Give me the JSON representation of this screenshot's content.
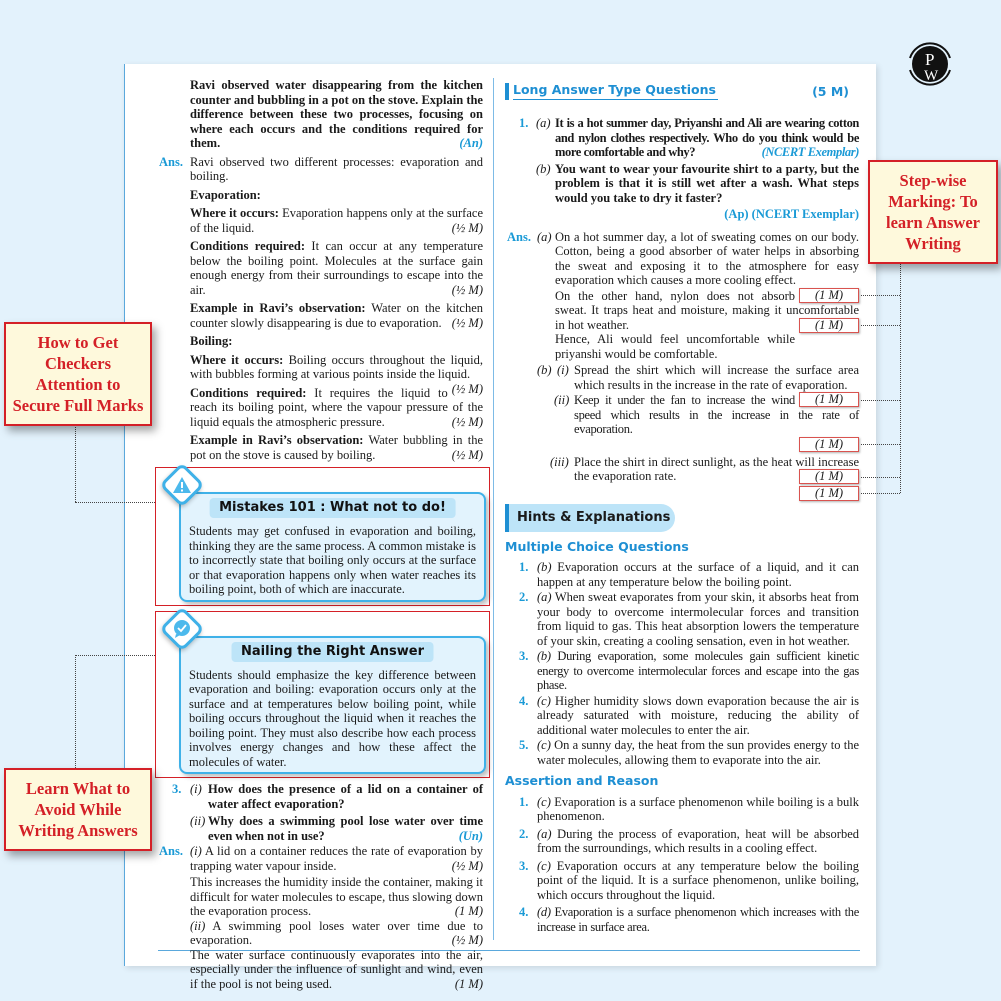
{
  "logo": {
    "text": "PW"
  },
  "colors": {
    "accent": "#1a9ad6",
    "callout_red": "#d42027",
    "callout_bg": "#fef9dc",
    "box_bg": "#e2f3fd",
    "background": "#e3f2fc"
  },
  "callouts": {
    "checkers": "How to Get Checkers Attention to Secure Full Marks",
    "avoid": "Learn What to Avoid While Writing Answers",
    "stepwise": "Step-wise Marking: To learn Answer Writing"
  },
  "left": {
    "q2": {
      "text": "Ravi observed water disappearing from the kitchen counter and bubbling in a pot on the stove. Explain the difference between these two processes, focusing on where each occurs and the conditions required for them.",
      "tag": "(An)"
    },
    "ans_label": "Ans.",
    "ans_intro": "Ravi observed two different processes: evaporation and boiling.",
    "evap_heading": "Evaporation:",
    "evap": [
      {
        "lead": "Where it occurs:",
        "text": " Evaporation happens only at the surface of the liquid.",
        "mark": "(½ M)"
      },
      {
        "lead": "Conditions required:",
        "text": " It can occur at any temperature below the boiling point. Molecules at the surface gain enough energy from their surroundings to escape into the air.",
        "mark": "(½ M)"
      },
      {
        "lead": "Example in Ravi’s observation:",
        "text": " Water on the kitchen counter slowly disappearing is due to evaporation.",
        "mark": "(½ M)"
      }
    ],
    "boil_heading": "Boiling:",
    "boil": [
      {
        "lead": "Where it occurs:",
        "text": " Boiling occurs throughout the liquid, with bubbles forming at various points inside the liquid.",
        "mark": "(½ M)"
      },
      {
        "lead": "Conditions required:",
        "text": " It requires the liquid to reach its boiling point, where the vapour pressure of the liquid equals the atmospheric pressure.",
        "mark": "(½ M)"
      },
      {
        "lead": "Example in Ravi’s observation:",
        "text": " Water bubbling in the pot on the stove is caused by boiling.",
        "mark": "(½ M)"
      }
    ],
    "mistakes": {
      "icon": "warning-icon",
      "title": "Mistakes 101 : What not to do!",
      "text": "Students may get confused in evaporation and boiling, thinking they are the same process. A common mistake is to incorrectly state that boiling only occurs at the surface or that evaporation happens only when water reaches its boiling point, both of which are inaccurate."
    },
    "nailing": {
      "icon": "chat-check-icon",
      "title": "Nailing the Right Answer",
      "text": "Students should emphasize the key difference between evaporation and boiling: evaporation occurs only at the surface and at temperatures below boiling point, while boiling occurs throughout the liquid when it reaches the boiling point. They must also describe how each process involves energy changes and how these affect the molecules of water."
    },
    "q3": {
      "num": "3.",
      "i_label": "(i)",
      "i": "How does the presence of a lid on a container of water affect evaporation?",
      "ii_label": "(ii)",
      "ii": "Why does a swimming pool lose water over time even when not in use?",
      "tag": "(Un)",
      "ans_label": "Ans.",
      "a1_label": "(i)",
      "a1": "A lid on a container reduces the rate of evaporation by trapping water vapour inside.",
      "a1_mark": "(½ M)",
      "a2": "This increases the humidity inside the container, making it difficult for water molecules to escape, thus slowing down the evaporation process.",
      "a2_mark": "(1 M)",
      "a3_label": "(ii)",
      "a3": " A swimming pool loses water over time due to evaporation.",
      "a3_mark": "(½ M)",
      "a4": "The water surface continuously evaporates into the air, especially under the influence of sunlight and wind, even if the pool is not being used.",
      "a4_mark": "(1 M)"
    }
  },
  "right": {
    "section_title": "Long Answer Type Questions",
    "section_marks": "(5 M)",
    "q1": {
      "num": "1.",
      "a_label": "(a)",
      "a": "It is a hot summer day, Priyanshi and Ali are wearing cotton and nylon clothes respectively. Who do you think would be more comfortable and why?",
      "a_tag": "(NCERT Exemplar)",
      "b_label": "(b)",
      "b": "You want to wear your favourite shirt to a party, but the problem is that it is still wet after a wash. What steps would you take to dry it faster?",
      "b_tag": "(Ap) (NCERT Exemplar)"
    },
    "ans": {
      "label": "Ans.",
      "a_label": "(a)",
      "a1": "On a hot summer day, a lot of sweating comes on our body. Cotton, being a good absorber of water helps in absorbing the sweat and exposing it to the atmosphere for easy evaporation which causes a more cooling effect.",
      "a2": "On the other hand, nylon does not absorb sweat. It traps heat and moisture, making it uncomfortable in hot weather.",
      "a3": "Hence, Ali would feel uncomfortable while priyanshi would be comfortable.",
      "b_label": "(b)",
      "b_i_label": "(i)",
      "b_i": "Spread the shirt which will increase the surface area which results in the increase in the rate of evaporation.",
      "b_ii_label": "(ii)",
      "b_ii": "Keep it under the fan to increase the wind speed which results in the increase in the rate of evaporation.",
      "b_iii_label": "(iii)",
      "b_iii": "Place the shirt in direct sunlight, as the heat will increase the evaporation rate.",
      "marks": [
        "(1 M)",
        "(1 M)",
        "(1 M)",
        "(1 M)",
        "(1 M)",
        "(1 M)"
      ]
    },
    "hints_title": "Hints & Explanations",
    "mcq_title": "Multiple Choice Questions",
    "mcq": [
      {
        "n": "1.",
        "opt": "(b)",
        "text": "Evaporation occurs at the surface of a liquid, and it can happen at any temperature below the boiling point."
      },
      {
        "n": "2.",
        "opt": "(a)",
        "text": "When sweat evaporates from your skin, it absorbs heat from your body to overcome intermolecular forces and transition from liquid to gas. This heat absorption lowers the temperature of your skin, creating a cooling sensation, even in hot weather."
      },
      {
        "n": "3.",
        "opt": "(b)",
        "text": "During evaporation, some molecules gain sufficient kinetic energy to overcome intermolecular forces and escape into the gas phase."
      },
      {
        "n": "4.",
        "opt": "(c)",
        "text": "Higher humidity slows down evaporation because the air is already saturated with moisture, reducing the ability of additional water molecules to enter the air."
      },
      {
        "n": "5.",
        "opt": "(c)",
        "text": "On a sunny day, the heat from the sun provides energy to the water molecules, allowing them to evaporate into the air."
      }
    ],
    "ar_title": "Assertion and Reason",
    "ar": [
      {
        "n": "1.",
        "opt": "(c)",
        "text": "Evaporation is a surface phenomenon while boiling is a bulk phenomenon."
      },
      {
        "n": "2.",
        "opt": "(a)",
        "text": "During the process of evaporation, heat will be absorbed from the surroundings, which results in a cooling effect."
      },
      {
        "n": "3.",
        "opt": "(c)",
        "text": "Evaporation occurs at any temperature below the boiling point of the liquid. It is a surface phenomenon, unlike boiling, which occurs throughout the liquid."
      },
      {
        "n": "4.",
        "opt": "(d)",
        "text": "Evaporation is a surface phenomenon which increases with the increase in surface area."
      }
    ]
  }
}
